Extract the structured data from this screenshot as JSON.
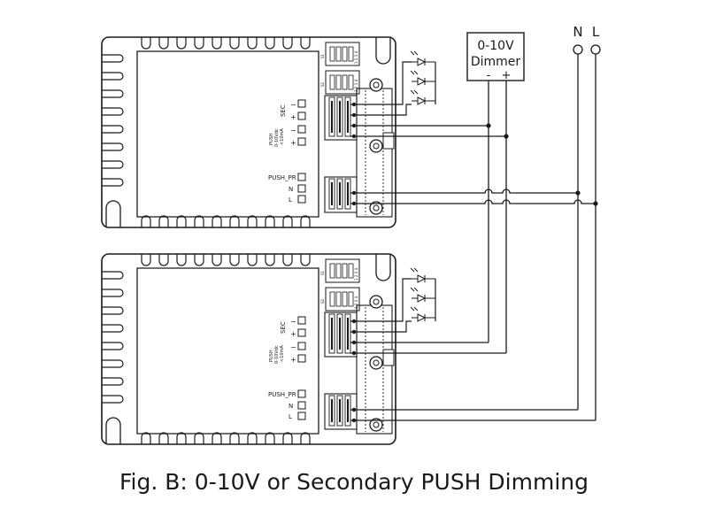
{
  "caption": "Fig. B: 0-10V or Secondary PUSH Dimming",
  "dimmer": {
    "line1": "0-10V",
    "line2": "Dimmer",
    "minus": "-",
    "plus": "+"
  },
  "mains": {
    "n": "N",
    "l": "L"
  },
  "driver_labels": {
    "sec": "SEC",
    "minus": "−",
    "plus": "+",
    "push_line1": "PUSH",
    "push_line2": "0-10Vdc",
    "push_line3": "<10mA",
    "push_pr": "PUSH_PR",
    "n": "N",
    "l": "L",
    "s1": "S1",
    "s2": "S2",
    "on": "ON",
    "dip_nums": "1 2 3 4"
  },
  "colors": {
    "line": "#1a1a1a",
    "background": "#ffffff"
  }
}
